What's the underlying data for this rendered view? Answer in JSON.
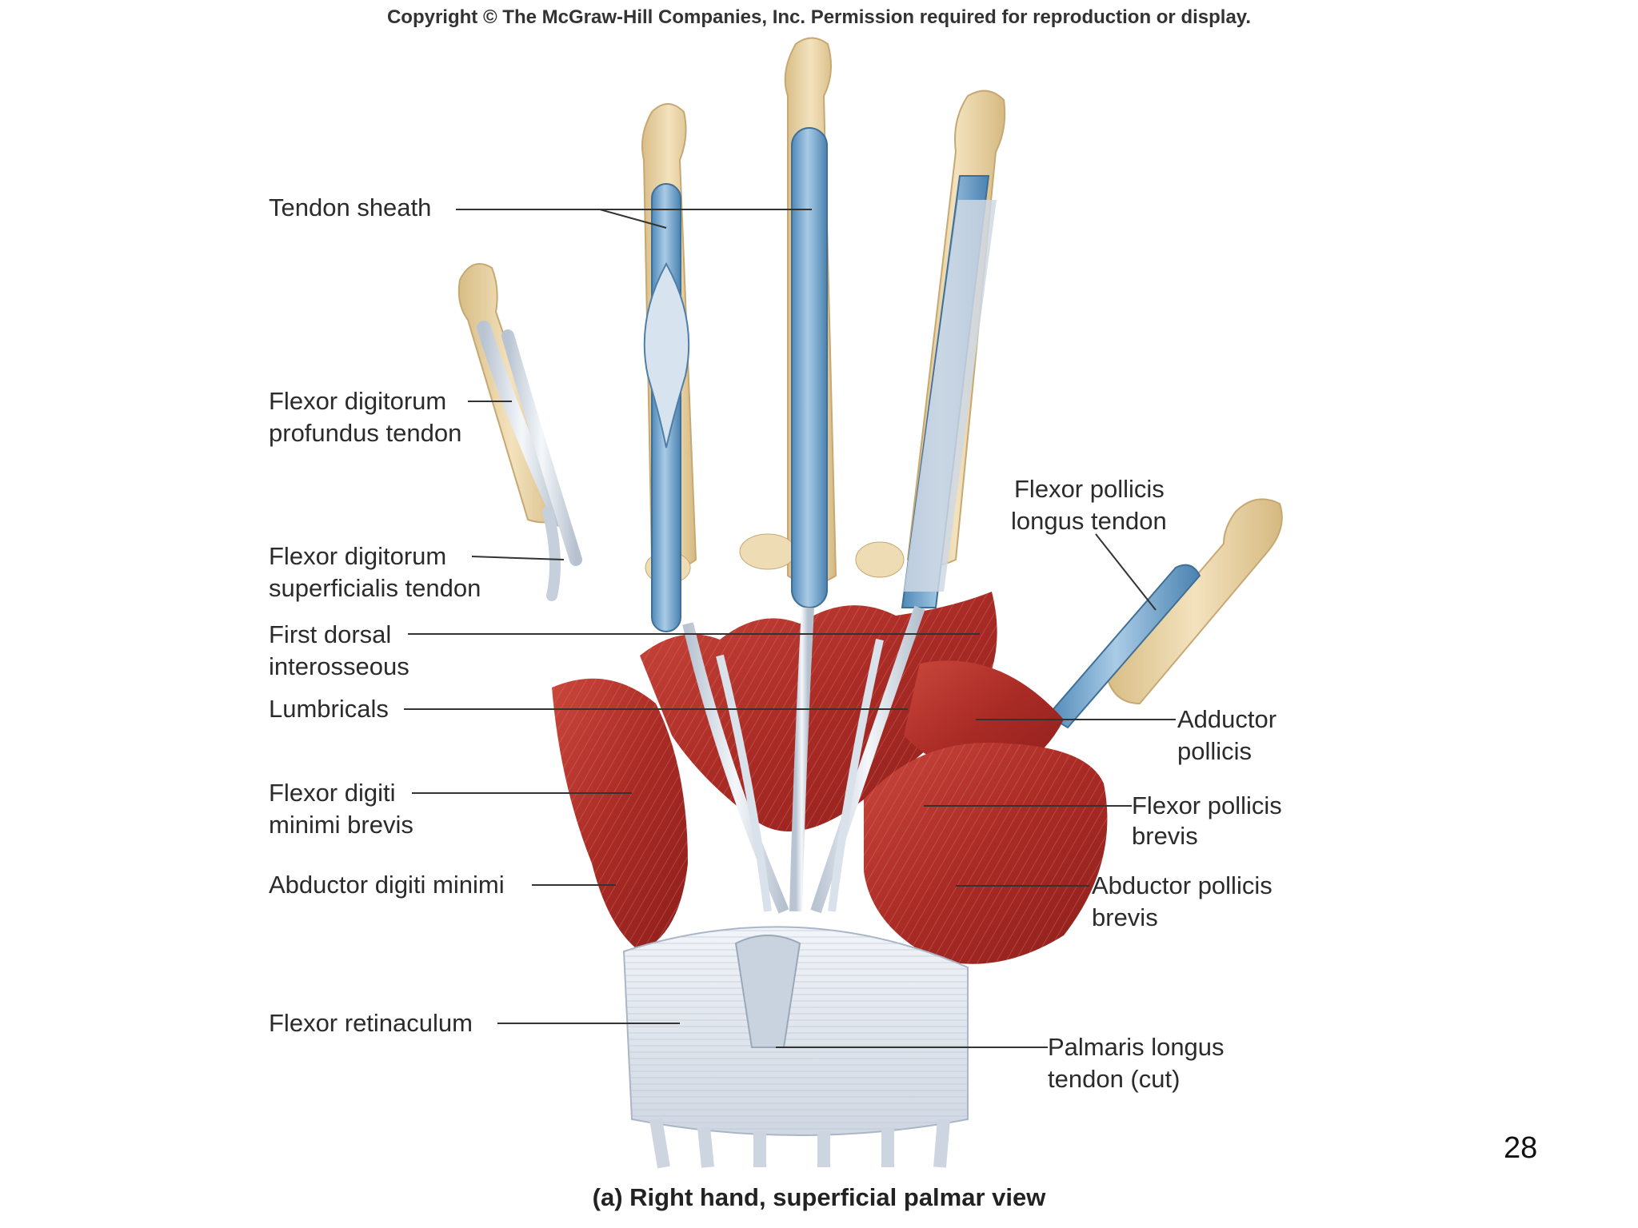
{
  "copyright": "Copyright © The McGraw-Hill Companies, Inc. Permission required for reproduction or display.",
  "labels": {
    "tendon_sheath": "Tendon sheath",
    "fdp_tendon_1": "Flexor digitorum",
    "fdp_tendon_2": "profundus tendon",
    "fds_tendon_1": "Flexor digitorum",
    "fds_tendon_2": "superficialis tendon",
    "first_dorsal_1": "First dorsal",
    "first_dorsal_2": "interosseous",
    "lumbricals": "Lumbricals",
    "fdmb_1": "Flexor digiti",
    "fdmb_2": "minimi brevis",
    "adm": "Abductor digiti minimi",
    "flexor_retinaculum": "Flexor retinaculum",
    "fpl_1": "Flexor pollicis",
    "fpl_2": "longus tendon",
    "adductor_1": "Adductor",
    "adductor_2": "pollicis",
    "fpb_1": "Flexor pollicis",
    "fpb_2": "brevis",
    "apb_1": "Abductor pollicis",
    "apb_2": "brevis",
    "palmaris_1": "Palmaris longus",
    "palmaris_2": "tendon (cut)"
  },
  "caption": "(a) Right hand, superficial palmar view",
  "page_number": "28",
  "colors": {
    "bone": "#e9d3a6",
    "muscle": "#b8342c",
    "muscle_light": "#d0554a",
    "tendon": "#dfe6ee",
    "sheath": "#7aaed6",
    "retinaculum": "#e3e8ef",
    "leader": "#333333"
  }
}
